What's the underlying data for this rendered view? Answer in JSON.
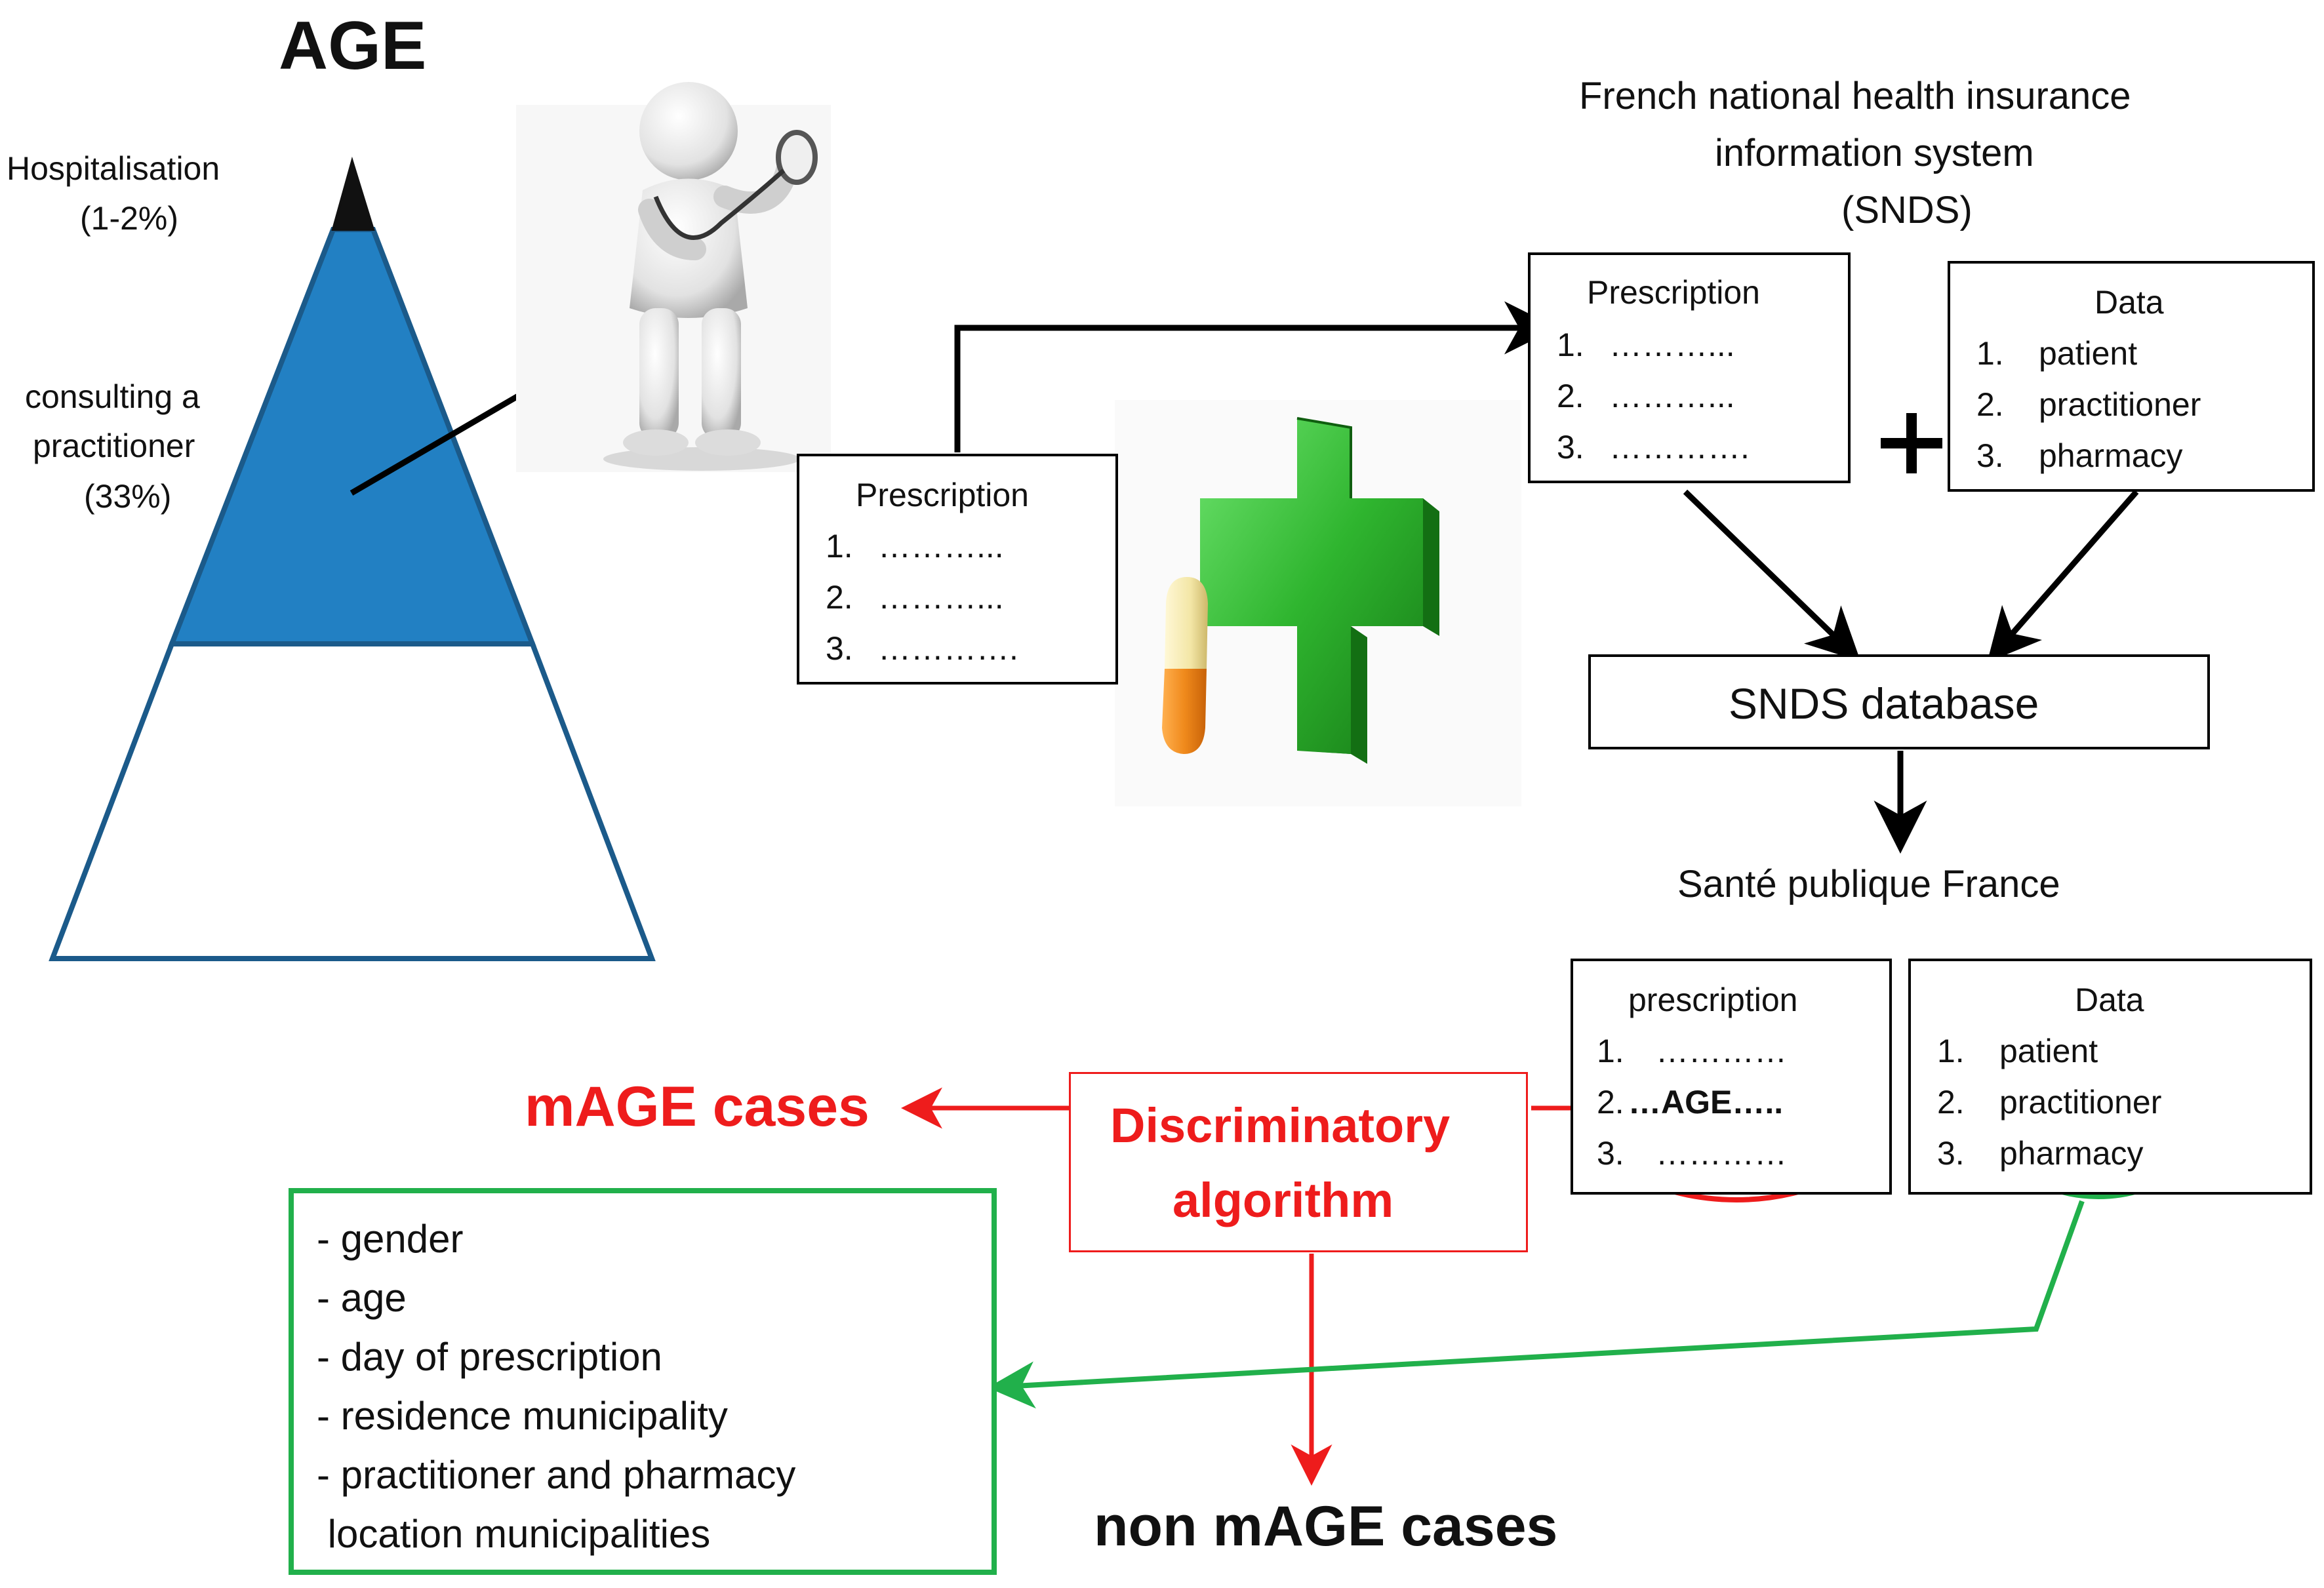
{
  "left": {
    "title": "AGE",
    "hospitalisation_label": "Hospitalisation",
    "hospitalisation_pct": "(1-2%)",
    "consulting_line1": "consulting  a",
    "consulting_line2": "practitioner",
    "consulting_pct": "(33%)"
  },
  "snds": {
    "header_line1": "French national health insurance",
    "header_line2": "information system",
    "header_line3": "(SNDS)",
    "prescription_box": {
      "title": "Prescription",
      "items": [
        {
          "num": "1.",
          "text": "………..."
        },
        {
          "num": "2.",
          "text": "………..."
        },
        {
          "num": "3.",
          "text": "…………."
        }
      ]
    },
    "plus": "+",
    "data_box": {
      "title": "Data",
      "items": [
        {
          "num": "1.",
          "text": "patient"
        },
        {
          "num": "2.",
          "text": "practitioner"
        },
        {
          "num": "3.",
          "text": "pharmacy"
        }
      ]
    },
    "database_label": "SNDS database",
    "agency_label": "Santé publique France"
  },
  "patient_prescription": {
    "title": "Prescription",
    "items": [
      {
        "num": "1.",
        "text": "………..."
      },
      {
        "num": "2.",
        "text": "………..."
      },
      {
        "num": "3.",
        "text": "…………."
      }
    ]
  },
  "spf_boxes": {
    "prescription": {
      "title": "prescription",
      "items": [
        {
          "num": "1.",
          "text": "…………"
        },
        {
          "num": "2.",
          "text": "…AGE….."
        },
        {
          "num": "3.",
          "text": "…………"
        }
      ]
    },
    "data": {
      "title": "Data",
      "items": [
        {
          "num": "1.",
          "text": "patient"
        },
        {
          "num": "2.",
          "text": "practitioner"
        },
        {
          "num": "3.",
          "text": "pharmacy"
        }
      ]
    }
  },
  "algorithm": {
    "line1": "Discriminatory",
    "line2": "algorithm",
    "mage_label": "mAGE cases",
    "non_mage_label": "non mAGE cases"
  },
  "variables_box": {
    "lines": [
      "- gender",
      "- age",
      "- day of prescription",
      "- residence municipality",
      "- practitioner and pharmacy",
      " location municipalities"
    ]
  },
  "colors": {
    "pyramid_fill": "#2280c3",
    "pyramid_stroke": "#1b5a8a",
    "red": "#ee1c1c",
    "green": "#21b04b",
    "cross_green": "#2fb52f",
    "pill_orange": "#f08a1c",
    "pill_cream": "#f3e6a6"
  },
  "icons": {
    "doctor": "doctor-figure-icon",
    "pharmacy": "pharmacy-cross-icon",
    "pill": "pill-capsule-icon"
  }
}
